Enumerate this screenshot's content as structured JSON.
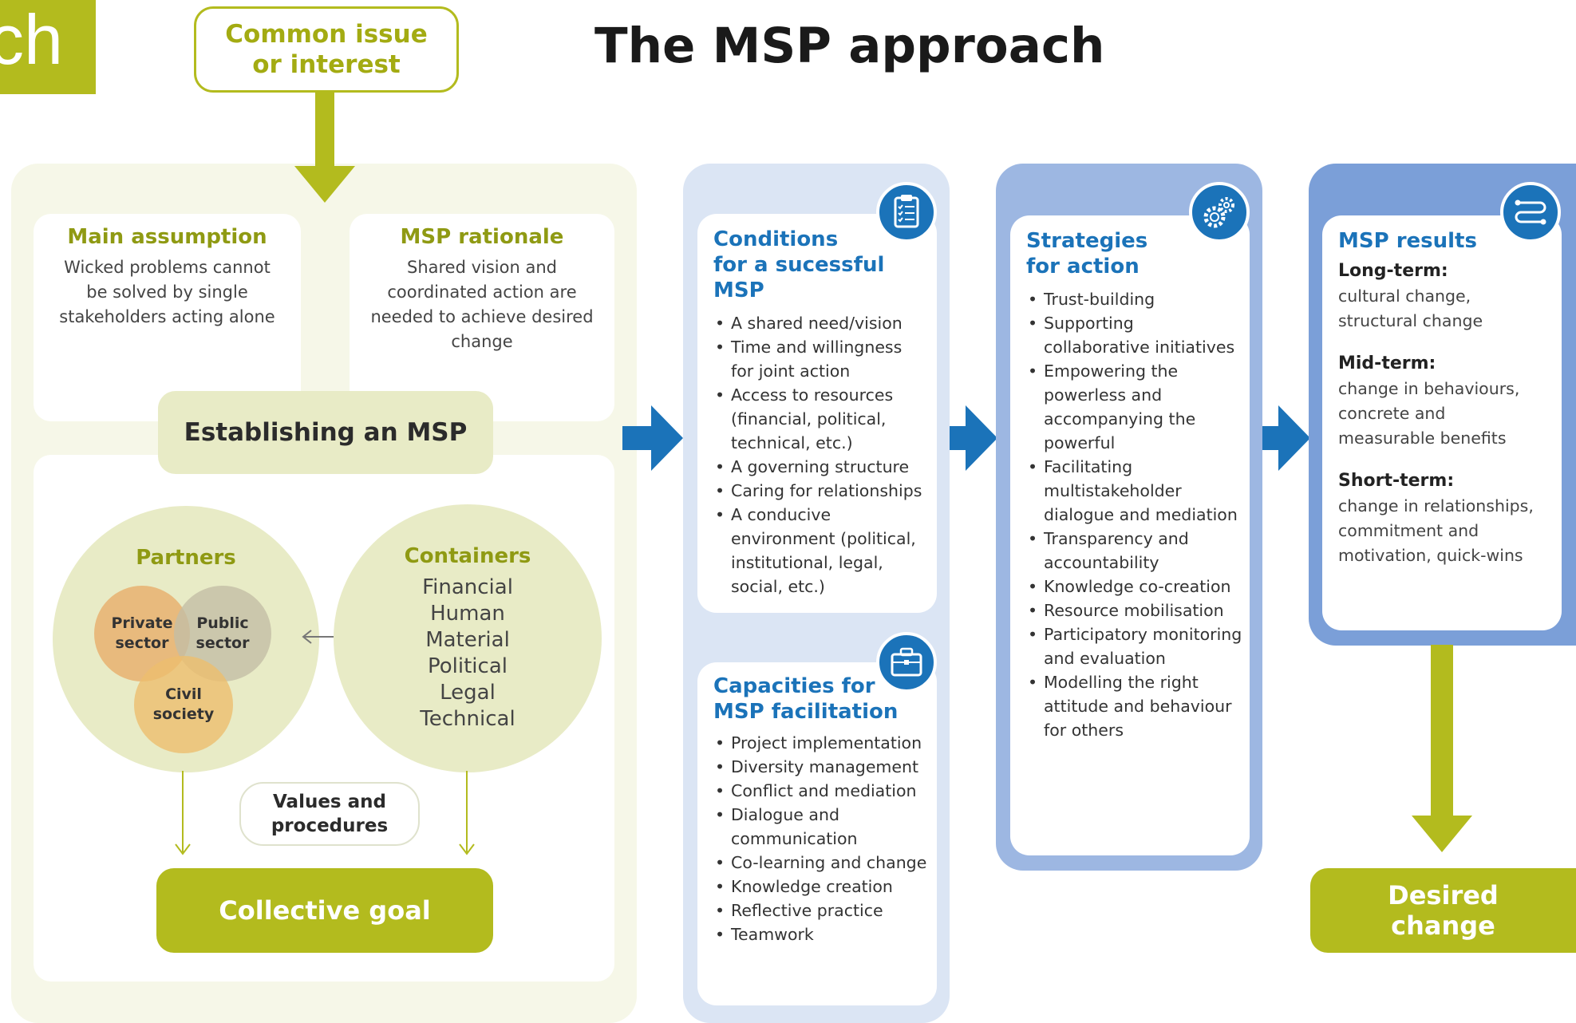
{
  "corner_tab": "ch",
  "title": "The MSP approach",
  "common_issue": "Common issue\nor interest",
  "main_assumption": {
    "title": "Main assumption",
    "text": "Wicked problems cannot be solved by single stakeholders acting alone"
  },
  "msp_rationale": {
    "title": "MSP rationale",
    "text": "Shared vision and coordinated action are needed to achieve desired change"
  },
  "establishing": "Establishing an MSP",
  "partners": {
    "title": "Partners",
    "private": "Private\nsector",
    "public": "Public\nsector",
    "civil": "Civil\nsociety"
  },
  "containers": {
    "title": "Containers",
    "items": [
      "Financial",
      "Human",
      "Material",
      "Political",
      "Legal",
      "Technical"
    ]
  },
  "values_procedures": "Values and\nprocedures",
  "collective_goal": "Collective goal",
  "conditions": {
    "title": "Conditions\nfor a sucessful MSP",
    "items": [
      "A shared need/vision",
      "Time and willingness for joint action",
      "Access to resources (financial, political, technical, etc.)",
      "A governing structure",
      "Caring for relationships",
      "A conducive environment (political, institutional, legal, social, etc.)"
    ]
  },
  "capacities": {
    "title": "Capacities for\nMSP facilitation",
    "items": [
      "Project implementation",
      "Diversity management",
      "Conflict and mediation",
      "Dialogue and communication",
      "Co-learning and change",
      "Knowledge creation",
      "Reflective practice",
      "Teamwork"
    ]
  },
  "strategies": {
    "title": "Strategies\nfor action",
    "items": [
      "Trust-building",
      "Supporting collaborative initiatives",
      "Empowering the powerless and accompanying the powerful",
      "Facilitating multistakeholder dialogue and mediation",
      "Transparency and accountability",
      "Knowledge co-creation",
      "Resource mobilisation",
      "Participatory monitoring and evaluation",
      "Modelling the right attitude and behaviour for others"
    ]
  },
  "results": {
    "title": "MSP results",
    "long_head": "Long-term:",
    "long_text": "cultural change,\nstructural change",
    "mid_head": "Mid-term:",
    "mid_text": "change in behaviours,\nconcrete and\nmeasurable benefits",
    "short_head": "Short-term:",
    "short_text": "change in relationships,\ncommitment and\nmotivation, quick-wins"
  },
  "desired_change": "Desired\nchange",
  "icons": {
    "conditions": "clipboard-checklist-icon",
    "capacities": "toolbox-icon",
    "strategies": "gears-icon",
    "results": "process-flow-icon"
  },
  "colors": {
    "olive": "#b3bb1e",
    "blue": "#1b73b9",
    "panel_light_blue": "#dbe5f4",
    "panel_mid_blue": "#9db7e2",
    "panel_dark_blue": "#7b9fd8"
  }
}
